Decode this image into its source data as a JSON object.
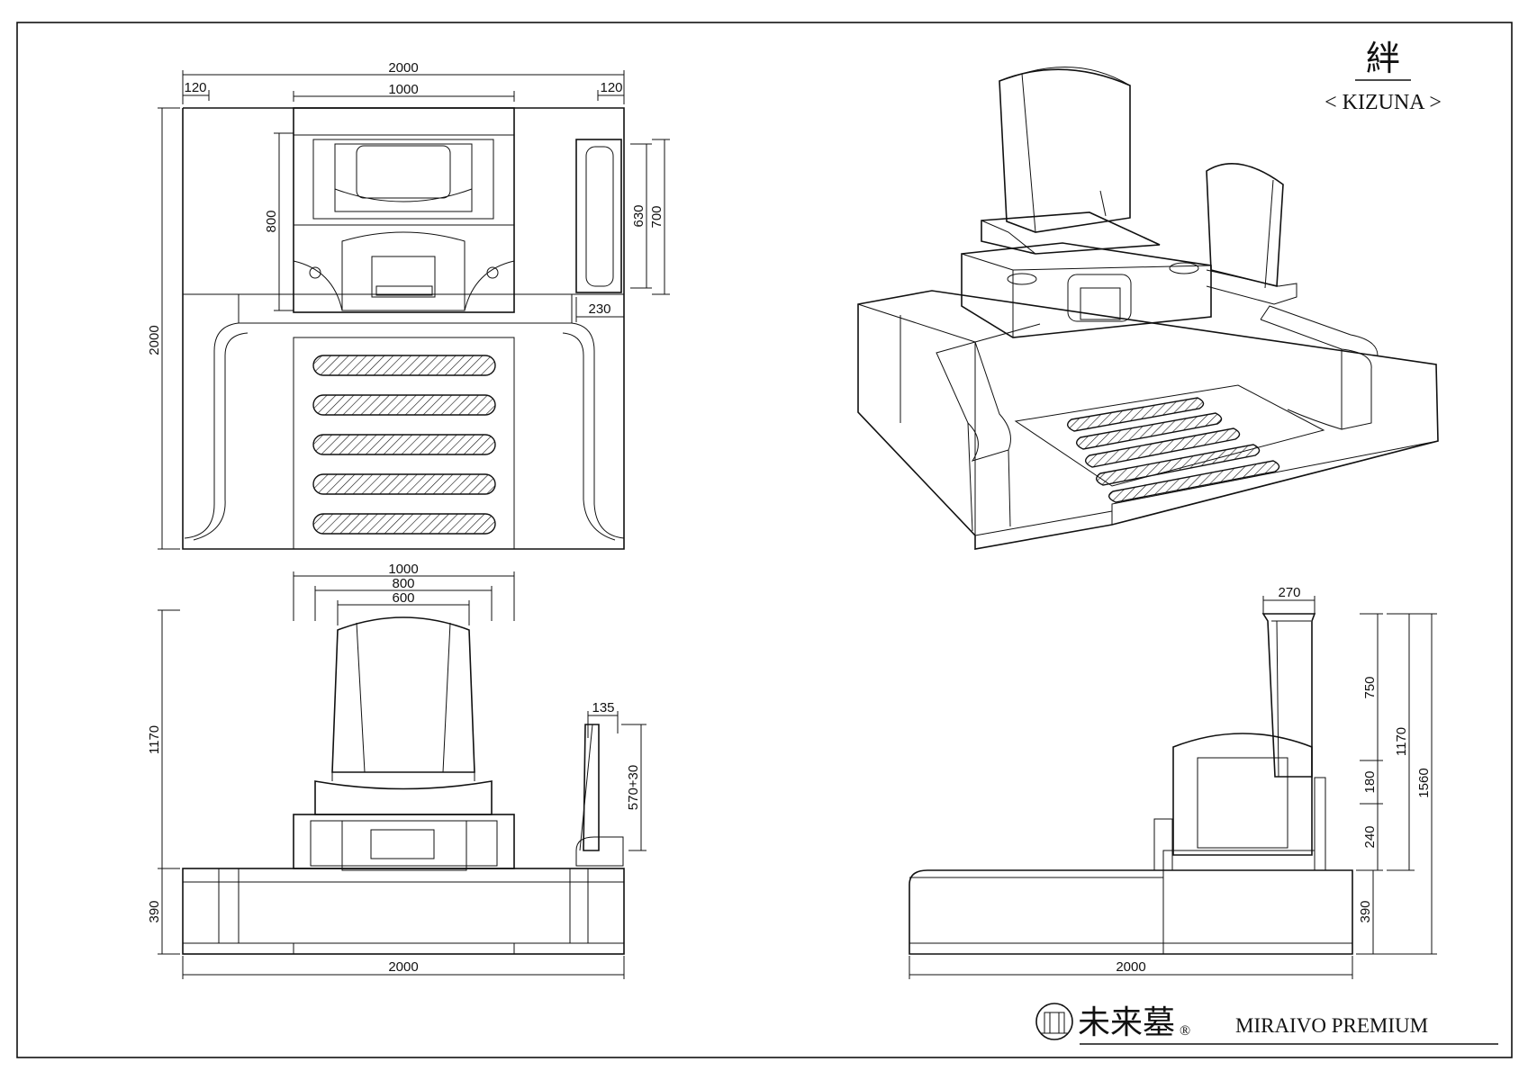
{
  "title": {
    "kanji": "絆",
    "romaji": "< KIZUNA >"
  },
  "brand": {
    "name_jp": "未来墓",
    "registered": "®",
    "name_en": "MIRAIVO PREMIUM"
  },
  "plan_view": {
    "dim_total_width": "2000",
    "dim_left_margin": "120",
    "dim_right_margin": "120",
    "dim_monument_width": "1000",
    "dim_total_depth": "2000",
    "dim_monument_depth": "800",
    "dim_side_630": "630",
    "dim_side_700": "700",
    "dim_side_width": "230",
    "hatch_bar_count": 5
  },
  "front_view": {
    "dim_1000": "1000",
    "dim_800": "800",
    "dim_600": "600",
    "dim_135": "135",
    "dim_570": "570+30",
    "dim_1170": "1170",
    "dim_390": "390",
    "dim_2000": "2000"
  },
  "side_view": {
    "dim_270": "270",
    "dim_750": "750",
    "dim_180": "180",
    "dim_240": "240",
    "dim_1170": "1170",
    "dim_1560": "1560",
    "dim_390": "390",
    "dim_2000": "2000"
  },
  "perspective": {
    "hatch_bar_count": 5
  }
}
